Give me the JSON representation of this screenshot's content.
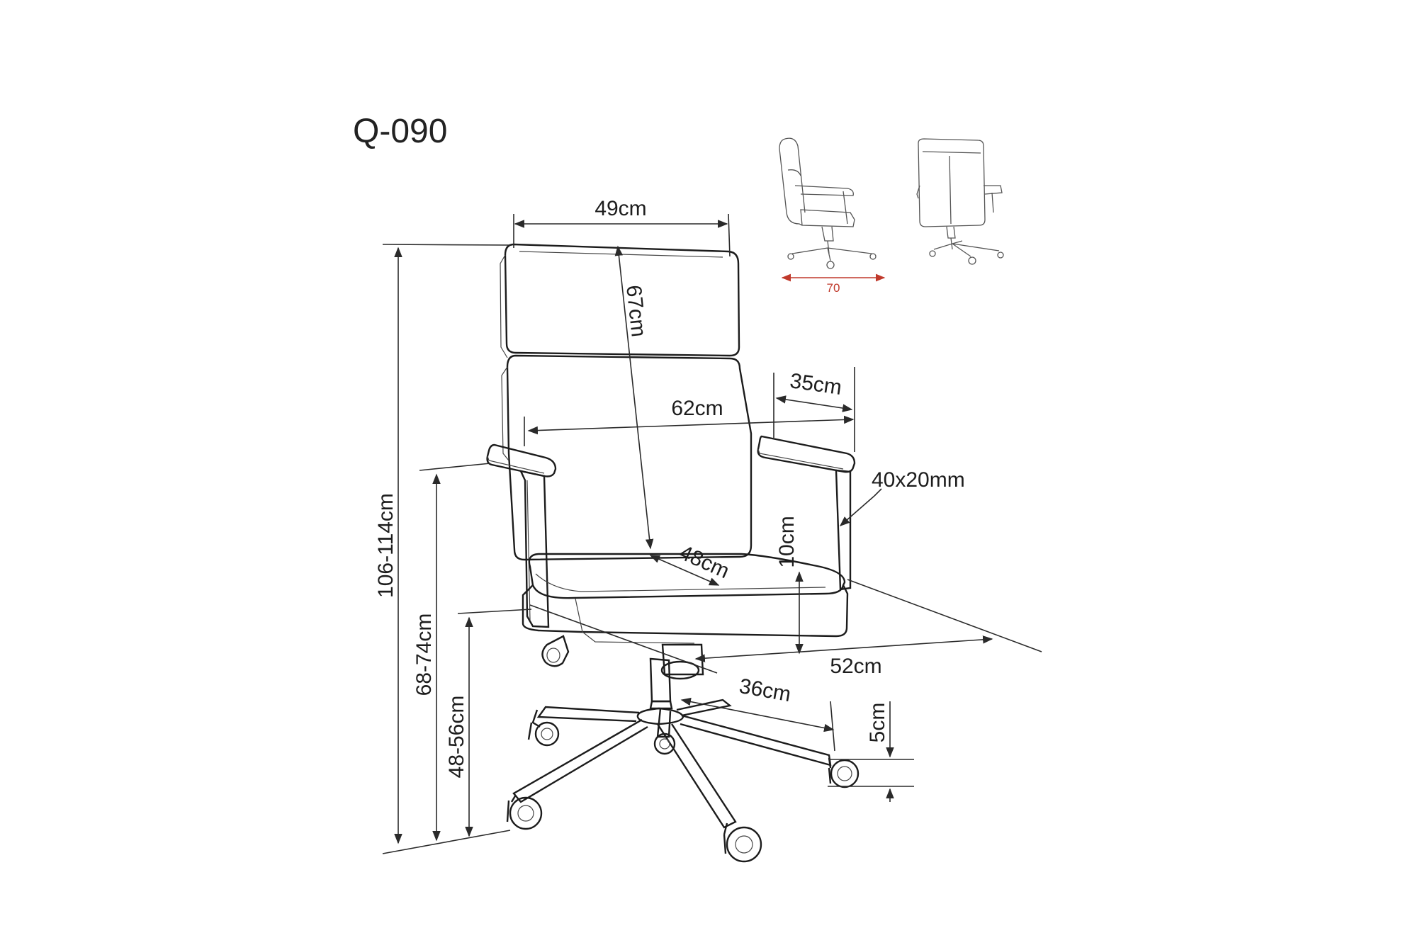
{
  "model": {
    "code": "Q-090"
  },
  "dimensions": {
    "backrest_width": "49cm",
    "backrest_height": "67cm",
    "total_height": "106-114cm",
    "arm_width": "35cm",
    "overall_width": "62cm",
    "armrest_profile": "40x20mm",
    "seat_thickness": "10cm",
    "seat_depth": "48cm",
    "arm_height": "68-74cm",
    "seat_height": "48-56cm",
    "chair_depth": "52cm",
    "leg_length": "36cm",
    "caster_height": "5cm",
    "side_view_depth": "70"
  },
  "colors": {
    "line": "#2a2a2a",
    "text": "#1d1d1d",
    "accent": "#c0392b"
  }
}
